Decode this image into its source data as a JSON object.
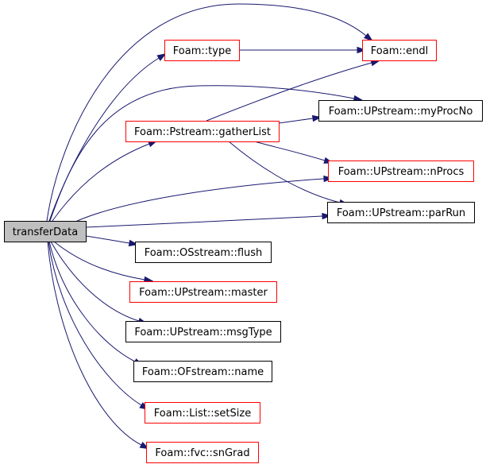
{
  "colors": {
    "edge": "#191970",
    "root_fill": "#bfbfbf",
    "node_fill": "#ffffff",
    "border_default": "#000000",
    "border_red": "#ff0000"
  },
  "nodes": {
    "transferData": {
      "label": "transferData",
      "style": "root"
    },
    "type": {
      "label": "Foam::type",
      "style": "red"
    },
    "endl": {
      "label": "Foam::endl",
      "style": "red"
    },
    "gatherList": {
      "label": "Foam::Pstream::gatherList",
      "style": "red"
    },
    "myProcNo": {
      "label": "Foam::UPstream::myProcNo",
      "style": "black"
    },
    "nProcs": {
      "label": "Foam::UPstream::nProcs",
      "style": "red"
    },
    "parRun": {
      "label": "Foam::UPstream::parRun",
      "style": "black"
    },
    "flush": {
      "label": "Foam::OSstream::flush",
      "style": "black"
    },
    "master": {
      "label": "Foam::UPstream::master",
      "style": "red"
    },
    "msgType": {
      "label": "Foam::UPstream::msgType",
      "style": "black"
    },
    "name": {
      "label": "Foam::OFstream::name",
      "style": "black"
    },
    "setSize": {
      "label": "Foam::List::setSize",
      "style": "red"
    },
    "snGrad": {
      "label": "Foam::fvc::snGrad",
      "style": "red"
    }
  },
  "edges": [
    {
      "from": "transferData",
      "to": "endl"
    },
    {
      "from": "transferData",
      "to": "type"
    },
    {
      "from": "transferData",
      "to": "myProcNo"
    },
    {
      "from": "transferData",
      "to": "gatherList"
    },
    {
      "from": "transferData",
      "to": "nProcs"
    },
    {
      "from": "transferData",
      "to": "parRun"
    },
    {
      "from": "transferData",
      "to": "flush"
    },
    {
      "from": "transferData",
      "to": "master"
    },
    {
      "from": "transferData",
      "to": "msgType"
    },
    {
      "from": "transferData",
      "to": "name"
    },
    {
      "from": "transferData",
      "to": "setSize"
    },
    {
      "from": "transferData",
      "to": "snGrad"
    },
    {
      "from": "type",
      "to": "endl"
    },
    {
      "from": "gatherList",
      "to": "endl"
    },
    {
      "from": "gatherList",
      "to": "myProcNo"
    },
    {
      "from": "gatherList",
      "to": "nProcs"
    },
    {
      "from": "gatherList",
      "to": "parRun"
    }
  ]
}
